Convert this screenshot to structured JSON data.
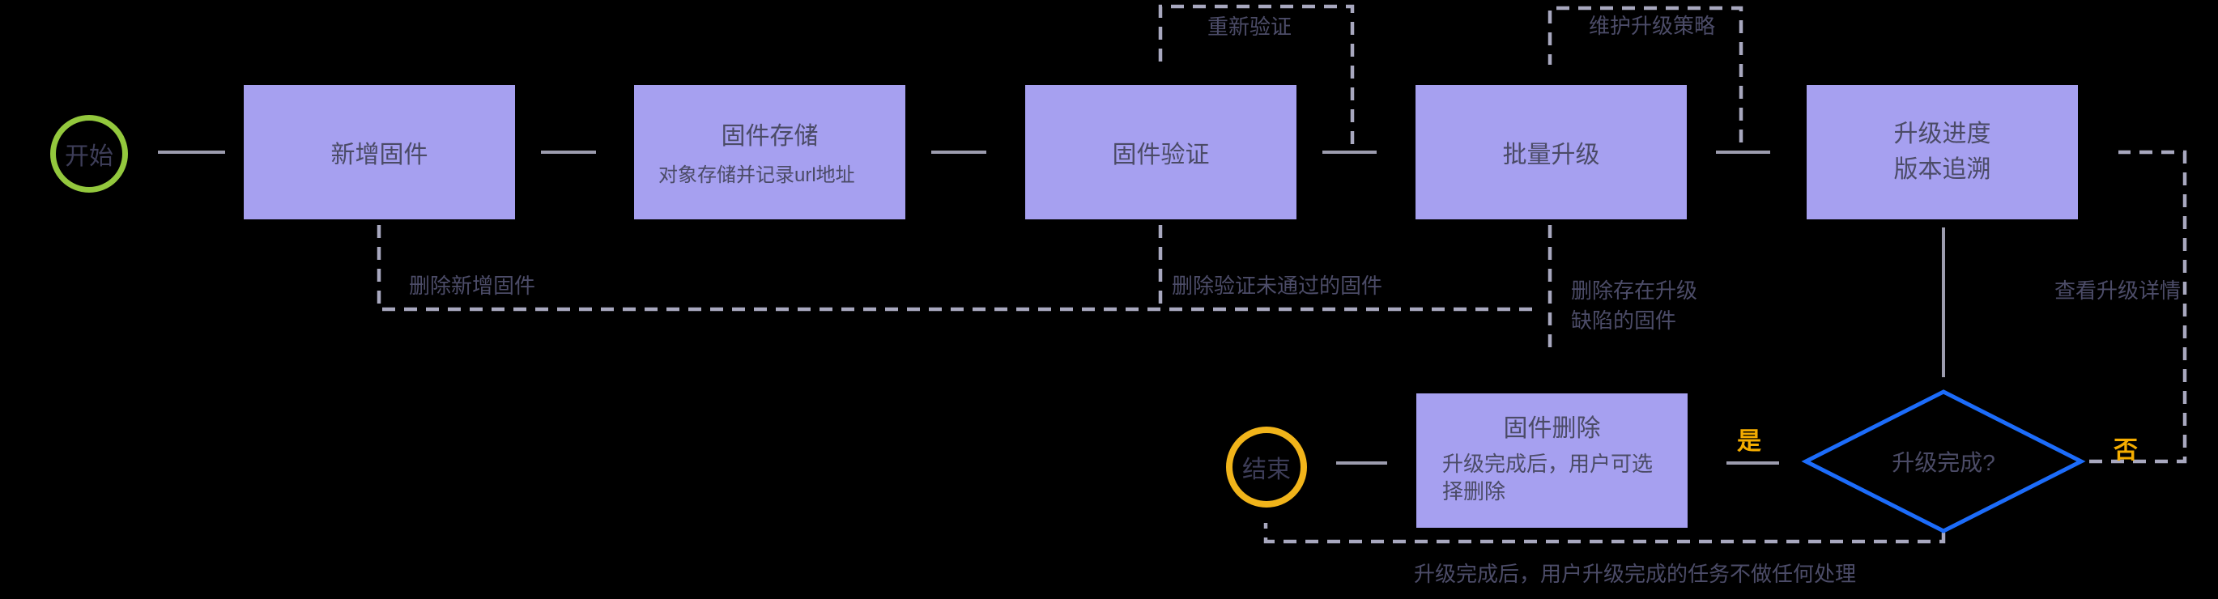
{
  "diagram": {
    "background": "#000000",
    "colors": {
      "node_fill": "#a6a0f0",
      "node_text": "#4b4b66",
      "edge_solid": "#9c9cae",
      "edge_dashed": "#a8a8bf",
      "edge_label": "#4c4c68",
      "start_stroke": "#93c83d",
      "end_stroke": "#f1b41a",
      "decision_stroke": "#1c6cfa",
      "yes_no_color": "#f5ad00"
    },
    "nodes": {
      "start": {
        "label": "开始"
      },
      "add_firmware": {
        "title": "新增固件"
      },
      "firmware_storage": {
        "title": "固件存储",
        "subtitle": "对象存储并记录url地址"
      },
      "firmware_verify": {
        "title": "固件验证"
      },
      "batch_upgrade": {
        "title": "批量升级"
      },
      "upgrade_progress": {
        "title": "升级进度\n版本追溯"
      },
      "firmware_delete": {
        "title": "固件删除",
        "subtitle": "升级完成后，用户可选择删除"
      },
      "decision": {
        "label": "升级完成?"
      },
      "end": {
        "label": "结束"
      }
    },
    "edge_labels": {
      "reverify": "重新验证",
      "maintain_policy": "维护升级策略",
      "delete_new": "删除新增固件",
      "delete_failed": "删除验证未通过的固件",
      "delete_defective": "删除存在升级\n缺陷的固件",
      "view_details": "查看升级详情",
      "yes": "是",
      "no": "否",
      "no_action": "升级完成后，用户升级完成的任务不做任何处理"
    }
  }
}
